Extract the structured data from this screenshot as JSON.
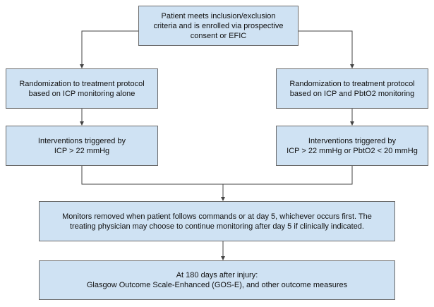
{
  "nodes": {
    "enroll": {
      "lines": [
        "Patient meets inclusion/exclusion",
        "criteria and is enrolled via prospective",
        "consent or EFIC"
      ]
    },
    "rand_left": {
      "lines": [
        "Randomization to treatment protocol",
        "based on ICP monitoring alone"
      ]
    },
    "rand_right": {
      "lines": [
        "Randomization to treatment protocol",
        "based on ICP and PbtO2 monitoring"
      ]
    },
    "int_left": {
      "lines": [
        "Interventions triggered by",
        "ICP > 22 mmHg"
      ]
    },
    "int_right": {
      "lines": [
        "Interventions triggered by",
        "ICP > 22 mmHg or PbtO2 < 20 mmHg"
      ]
    },
    "monitors": {
      "lines": [
        "Monitors removed when patient follows commands or at day 5, whichever occurs first. The",
        "treating physician may choose to continue monitoring after day 5 if clinically indicated."
      ]
    },
    "outcome": {
      "lines": [
        "At 180 days after injury:",
        "Glasgow Outcome Scale-Enhanced (GOS-E), and other outcome measures"
      ]
    }
  },
  "colors": {
    "box_fill": "#cfe2f3",
    "box_border": "#6b6b6b",
    "connector": "#444444",
    "text": "#111111"
  }
}
